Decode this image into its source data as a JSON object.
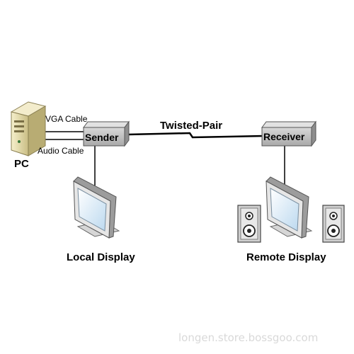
{
  "labels": {
    "pc": "PC",
    "vga_cable": "VGA Cable",
    "audio_cable": "Audio Cable",
    "sender": "Sender",
    "twisted_pair": "Twisted-Pair",
    "receiver": "Receiver",
    "local_display": "Local Display",
    "remote_display": "Remote Display"
  },
  "watermark": "longen.store.bossgoo.com",
  "colors": {
    "box_fill": "#c8c8c8",
    "screen_fill": "#cfe6f7",
    "pc_fill": "#ece3b4",
    "line": "#000000",
    "watermark": "#d9d9d9"
  }
}
